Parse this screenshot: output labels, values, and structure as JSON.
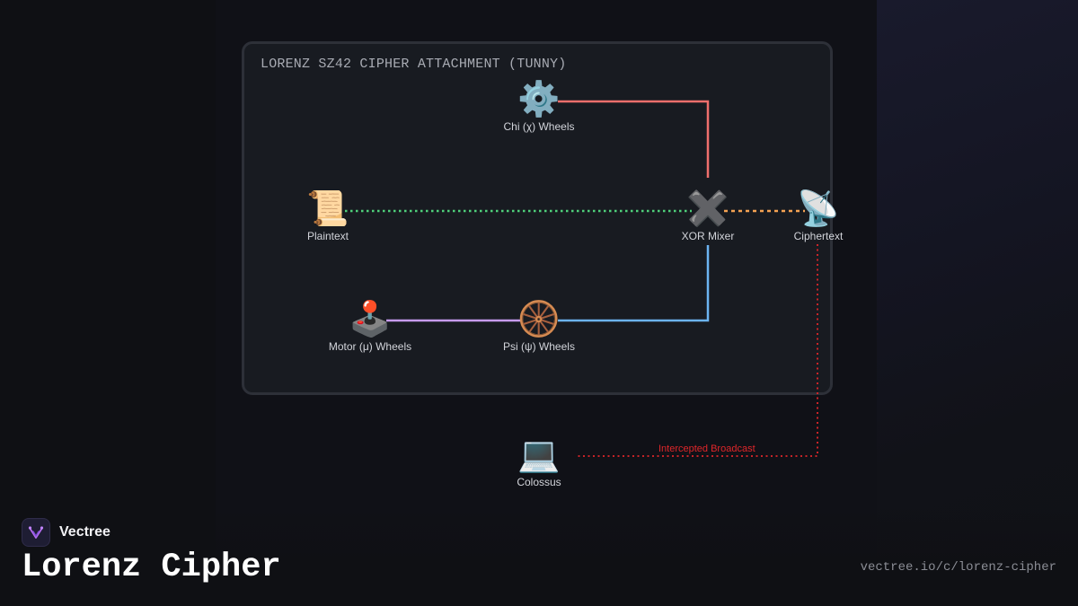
{
  "diagram": {
    "title": "LORENZ SZ42 CIPHER ATTACHMENT (TUNNY)",
    "nodes": {
      "chi": {
        "icon": "⚙️",
        "icon_name": "gear-icon",
        "label": "Chi (χ) Wheels"
      },
      "plaintext": {
        "icon": "📜",
        "icon_name": "scroll-icon",
        "label": "Plaintext"
      },
      "xor": {
        "icon": "✖️",
        "icon_name": "multiply-icon",
        "label": "XOR Mixer"
      },
      "ciphertext": {
        "icon": "📡",
        "icon_name": "satellite-dish-icon",
        "label": "Ciphertext"
      },
      "motor": {
        "icon": "🕹️",
        "icon_name": "joystick-icon",
        "label": "Motor (μ) Wheels"
      },
      "psi": {
        "icon": "🛞",
        "icon_name": "wheel-icon",
        "label": "Psi (ψ) Wheels"
      },
      "colossus": {
        "icon": "💻",
        "icon_name": "laptop-icon",
        "label": "Colossus"
      }
    },
    "edges": {
      "intercept_label": "Intercepted Broadcast"
    },
    "colors": {
      "chi_wire": "#ef6f6c",
      "plaintext_wire": "#4ed07a",
      "cipher_wire": "#f4a252",
      "psi_wire": "#6cb4f2",
      "motor_wire": "#c79bf2",
      "intercept_wire": "#e0262a"
    }
  },
  "footer": {
    "brand": "Vectree",
    "title": "Lorenz Cipher",
    "url": "vectree.io/c/lorenz-cipher"
  }
}
